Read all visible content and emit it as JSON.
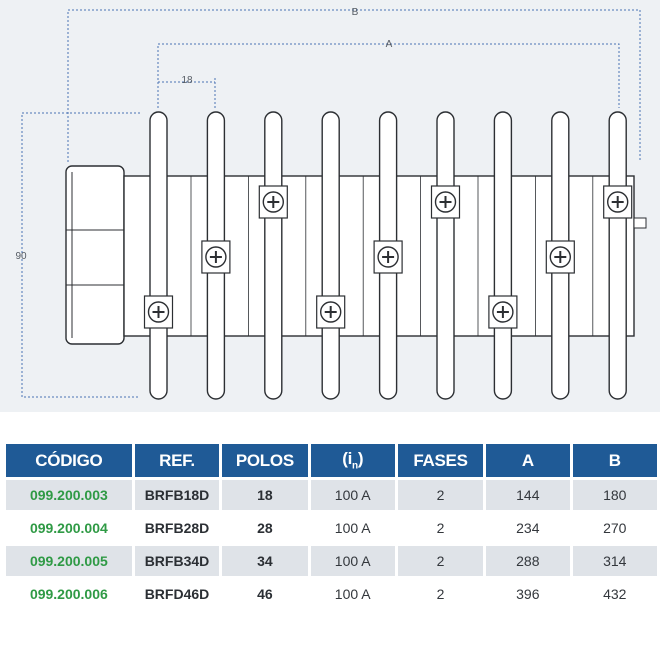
{
  "drawing": {
    "dimension_labels": {
      "b": "B",
      "a": "A",
      "pitch": "18",
      "height": "90"
    }
  },
  "table": {
    "headers": {
      "codigo": "CÓDIGO",
      "ref": "REF.",
      "polos": "POLOS",
      "in_open": "(i",
      "in_sub": "n",
      "in_close": ")",
      "fases": "FASES",
      "a": "A",
      "b": "B"
    },
    "rows": [
      {
        "codigo": "099.200.003",
        "ref": "BRFB18D",
        "polos": "18",
        "in": "100 A",
        "fases": "2",
        "a": "144",
        "b": "180"
      },
      {
        "codigo": "099.200.004",
        "ref": "BRFB28D",
        "polos": "28",
        "in": "100 A",
        "fases": "2",
        "a": "234",
        "b": "270"
      },
      {
        "codigo": "099.200.005",
        "ref": "BRFB34D",
        "polos": "34",
        "in": "100 A",
        "fases": "2",
        "a": "288",
        "b": "314"
      },
      {
        "codigo": "099.200.006",
        "ref": "BRFD46D",
        "polos": "46",
        "in": "100 A",
        "fases": "2",
        "a": "396",
        "b": "432"
      }
    ]
  }
}
